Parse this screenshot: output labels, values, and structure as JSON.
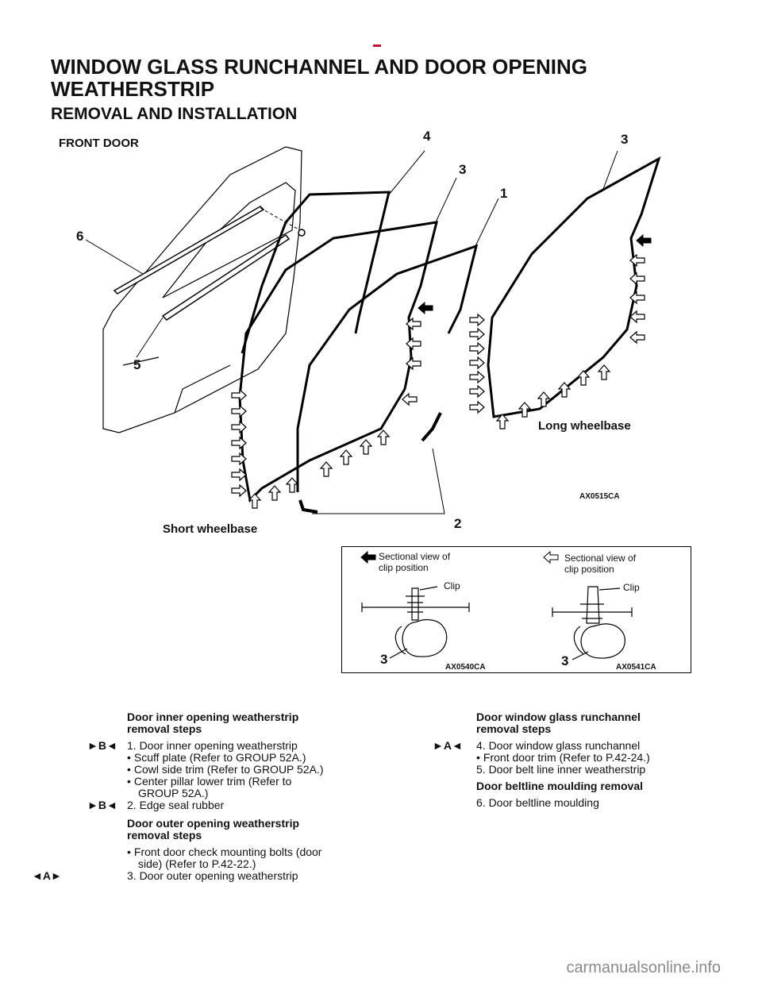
{
  "page": {
    "title_line1": "WINDOW GLASS RUNCHANNEL AND DOOR OPENING",
    "title_line2": "WEATHERSTRIP",
    "subtitle": "REMOVAL AND INSTALLATION"
  },
  "figure": {
    "front_door": "FRONT DOOR",
    "short_wheelbase": "Short wheelbase",
    "long_wheelbase": "Long wheelbase",
    "code": "AX0515CA",
    "callouts": [
      "4",
      "3",
      "3",
      "1",
      "6",
      "5",
      "2"
    ]
  },
  "inset": {
    "left_caption_1": "Sectional view of",
    "left_caption_2": "clip position",
    "right_caption_1": "Sectional view of",
    "right_caption_2": "clip position",
    "clip_left": "Clip",
    "clip_right": "Clip",
    "num_left": "3",
    "num_right": "3",
    "code_left": "AX0540CA",
    "code_right": "AX0541CA"
  },
  "left_column": {
    "heading1_a": "Door inner opening weatherstrip",
    "heading1_b": "removal steps",
    "mark1": "►B◄",
    "step1": "1. Door inner opening weatherstrip",
    "b1": "Scuff plate (Refer to GROUP 52A.)",
    "b2": "Cowl side trim (Refer to GROUP 52A.)",
    "b3a": "Center pillar lower trim (Refer to",
    "b3b": "GROUP 52A.)",
    "mark2": "►B◄",
    "step2": "2. Edge seal rubber",
    "heading2_a": "Door outer opening weatherstrip",
    "heading2_b": "removal steps",
    "b4a": "Front door check mounting bolts (door",
    "b4b": "side) (Refer to P.42-22.)",
    "mark3": "◄A►",
    "step3": "3. Door outer opening weatherstrip"
  },
  "right_column": {
    "heading1_a": "Door window glass runchannel",
    "heading1_b": "removal steps",
    "mark1": "►A◄",
    "step4": "4. Door window glass runchannel",
    "b1": "Front door trim (Refer to P.42-24.)",
    "step5": "5. Door belt line inner weatherstrip",
    "heading2": "Door beltline moulding removal",
    "step6": "6. Door beltline moulding"
  },
  "watermark": "carmanualsonline.info"
}
